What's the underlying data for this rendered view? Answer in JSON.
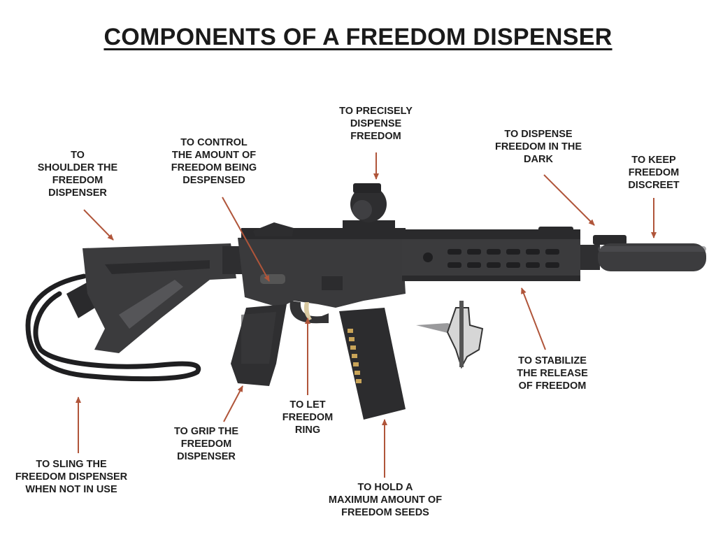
{
  "title": "COMPONENTS OF A FREEDOM DISPENSER",
  "colors": {
    "arrow": "#b0553a",
    "weapon": "#3a3a3c",
    "weapon_dark": "#232325",
    "text": "#1e1e1e"
  },
  "labels": {
    "stock": "TO\nSHOULDER THE\nFREEDOM\nDISPENSER",
    "selector": "TO CONTROL\nTHE AMOUNT OF\nFREEDOM BEING\nDESPENSED",
    "optic": "TO PRECISELY\nDISPENSE\nFREEDOM",
    "light": "TO DISPENSE\nFREEDOM IN THE\nDARK",
    "suppressor": "TO KEEP\nFREEDOM\nDISCREET",
    "handguard": "TO STABILIZE\nTHE RELEASE\nOF FREEDOM",
    "trigger": "TO LET\nFREEDOM\nRING",
    "grip": "TO GRIP THE\nFREEDOM\nDISPENSER",
    "sling": "TO SLING THE\nFREEDOM DISPENSER\nWHEN NOT IN USE",
    "magazine": "TO HOLD A\nMAXIMUM AMOUNT OF\nFREEDOM SEEDS"
  }
}
